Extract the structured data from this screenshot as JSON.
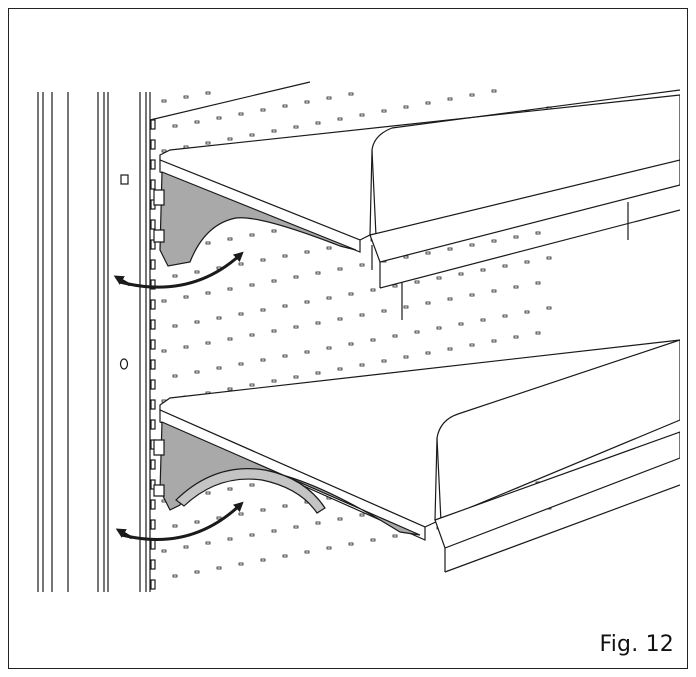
{
  "figure": {
    "label": "Fig. 12",
    "content": "shelf-bracket-adjustment-illustration",
    "colors": {
      "line": "#1a1a1a",
      "bracket_fill": "#a9a9a9",
      "shelf_fill": "#ffffff",
      "panel_hole": "#222222"
    },
    "elements": [
      "upright-post",
      "pegboard-panel",
      "upper-shelf",
      "upper-bracket",
      "upper-rotation-arrow",
      "lower-shelf",
      "lower-bracket",
      "lower-rotation-arrow"
    ]
  }
}
